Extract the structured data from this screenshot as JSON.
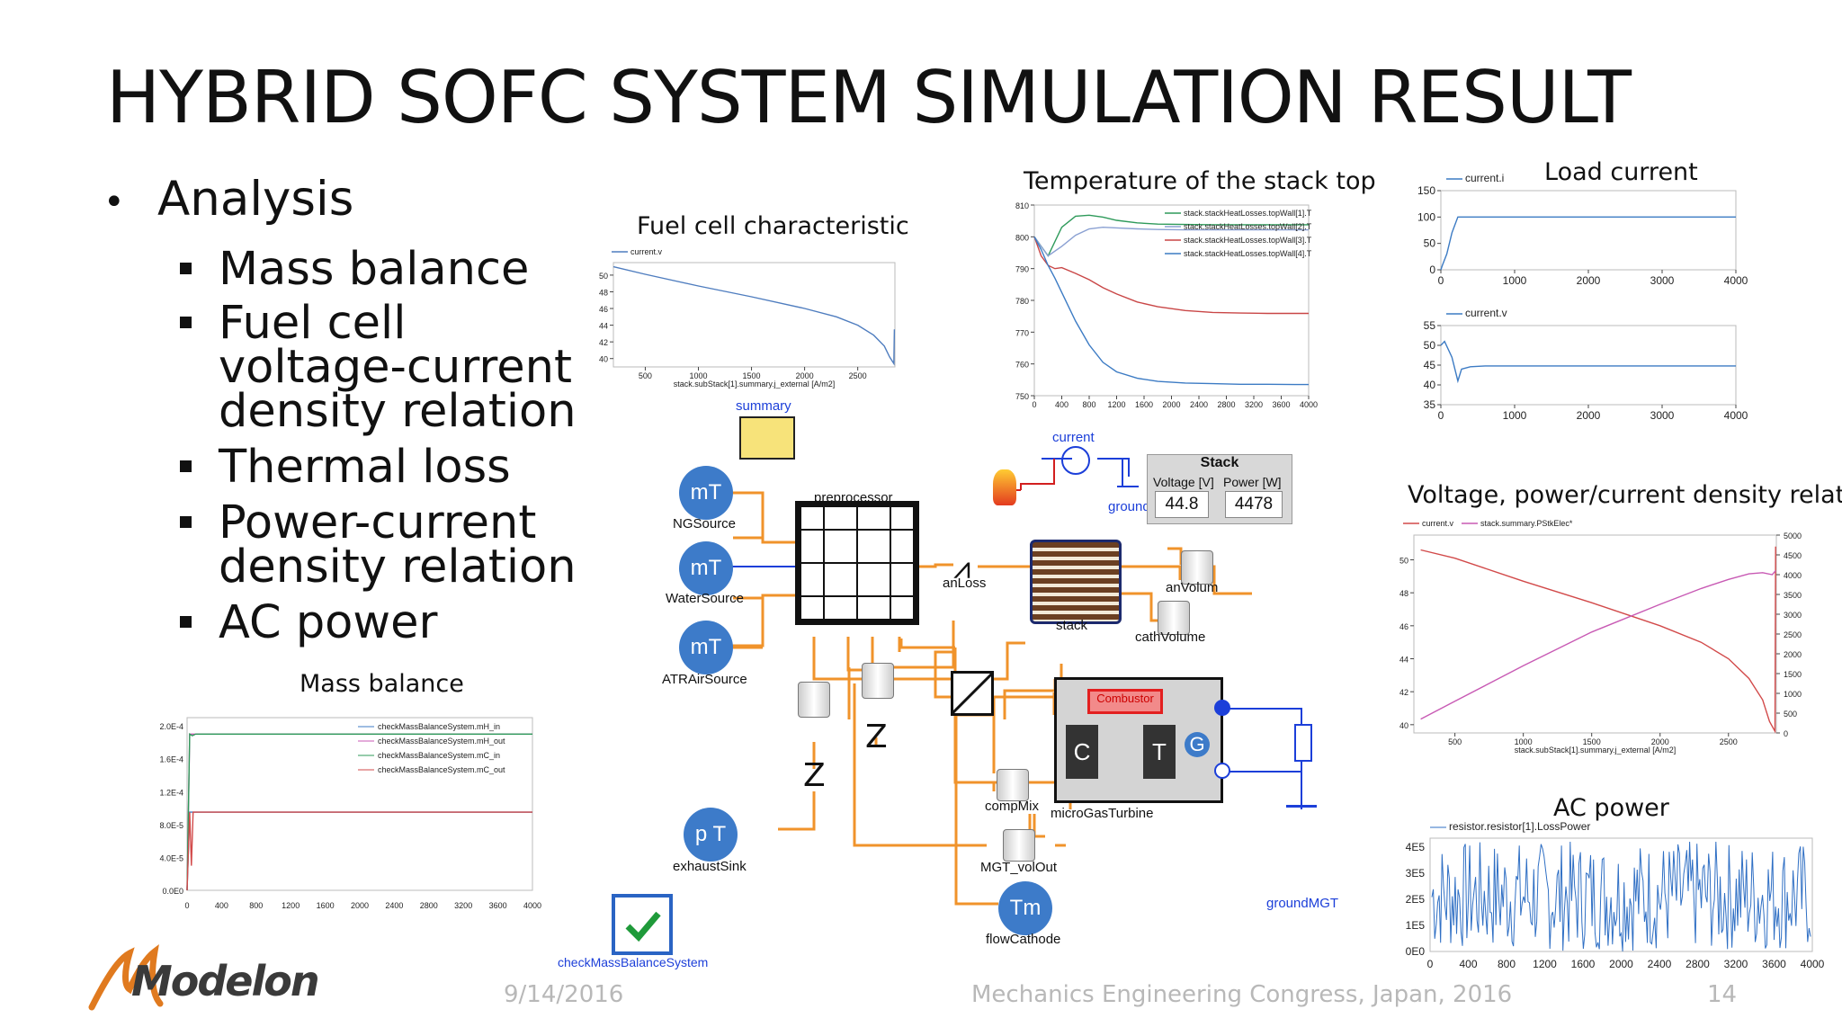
{
  "slide": {
    "title": "HYBRID SOFC SYSTEM SIMULATION RESULT",
    "bullet_main": "Analysis",
    "sub_bullets": [
      [
        "Mass balance"
      ],
      [
        "Fuel cell",
        "voltage-current",
        "density relation"
      ],
      [
        "Thermal loss"
      ],
      [
        "Power-current",
        "density relation"
      ],
      [
        "AC power"
      ]
    ],
    "footer_date": "9/14/2016",
    "footer_event": "Mechanics Engineering Congress, Japan, 2016",
    "footer_page": "14",
    "logo_text": "Modelon"
  },
  "diagram": {
    "summary": "summary",
    "ng_source": "NGSource",
    "water_source": "WaterSource",
    "atr_air_source": "ATRAirSource",
    "mt": "mT",
    "preprocessor": "preprocessor",
    "an_loss": "anLoss",
    "current": "current",
    "ground": "ground",
    "stack": "stack",
    "an_volume": "anVolum",
    "cath_volume": "cathVolume",
    "stack_panel_title": "Stack",
    "voltage_label": "Voltage [V]",
    "power_label": "Power [W]",
    "voltage_value": "44.8",
    "power_value": "4478",
    "combustor": "Combustor",
    "c": "C",
    "t": "T",
    "g": "G",
    "comp_mix": "compMix",
    "micro_gas_turbine": "microGasTurbine",
    "mgt_vol_out": "MGT_volOut",
    "exhaust_sink": "exhaustSink",
    "pt": "p T",
    "flow_cathode": "flowCathode",
    "tm": "Tm",
    "ground_mgt": "groundMGT",
    "check_mass": "checkMassBalanceSystem"
  },
  "chart_data": [
    {
      "id": "fuel_cell",
      "type": "line",
      "title": "Fuel cell characteristic",
      "xlabel": "stack.subStack[1].summary.j_external [A/m2]",
      "xticks": [
        500,
        1000,
        1500,
        2000,
        2500
      ],
      "yticks": [
        40,
        42,
        44,
        46,
        48,
        50
      ],
      "xlim": [
        200,
        2850
      ],
      "ylim": [
        39,
        51.5
      ],
      "series": [
        {
          "name": "current.v",
          "color": "#4f7dbf",
          "x": [
            200,
            500,
            1000,
            1500,
            2000,
            2300,
            2500,
            2650,
            2750,
            2800,
            2840,
            2845
          ],
          "y": [
            51.0,
            50.1,
            48.7,
            47.4,
            46.0,
            45.0,
            44.0,
            42.8,
            41.5,
            40.2,
            39.4,
            43.5
          ]
        }
      ]
    },
    {
      "id": "temperature",
      "type": "line",
      "title": "Temperature of the stack top",
      "xticks": [
        0,
        400,
        800,
        1200,
        1600,
        2000,
        2400,
        2800,
        3200,
        3600,
        4000
      ],
      "yticks": [
        750,
        760,
        770,
        780,
        790,
        800,
        810
      ],
      "xlim": [
        0,
        4000
      ],
      "ylim": [
        750,
        810
      ],
      "series": [
        {
          "name": "stack.stackHeatLosses.topWall[1].T",
          "color": "#2e9a5a",
          "x": [
            0,
            100,
            200,
            400,
            600,
            800,
            1000,
            1200,
            1500,
            1800,
            2200,
            2600,
            3000,
            3400,
            3800,
            4000
          ],
          "y": [
            800,
            797,
            794,
            803,
            806.5,
            806.8,
            806.2,
            805.2,
            804.4,
            804,
            803.9,
            803.8,
            803.8,
            803.8,
            803.8,
            803.8
          ]
        },
        {
          "name": "stack.stackHeatLosses.topWall[2].T",
          "color": "#8aa0d2",
          "x": [
            0,
            100,
            200,
            400,
            600,
            800,
            1000,
            1200,
            1500,
            1800,
            2200,
            2600,
            3000,
            3400,
            3800,
            4000
          ],
          "y": [
            800,
            797,
            794,
            797,
            800.5,
            802.5,
            803,
            802.8,
            802.5,
            802.3,
            802.2,
            802.2,
            802.2,
            802.2,
            802.2,
            802.2
          ]
        },
        {
          "name": "stack.stackHeatLosses.topWall[3].T",
          "color": "#c94646",
          "x": [
            0,
            100,
            200,
            300,
            400,
            600,
            800,
            1000,
            1200,
            1500,
            1800,
            2200,
            2600,
            3000,
            3400,
            3800,
            4000
          ],
          "y": [
            800,
            794,
            791,
            790,
            790.3,
            788.5,
            786.5,
            784,
            782,
            779.5,
            778,
            776.8,
            776.2,
            776,
            775.9,
            775.9,
            775.9
          ]
        },
        {
          "name": "stack.stackHeatLosses.topWall[4].T",
          "color": "#3c7bc4",
          "x": [
            0,
            100,
            200,
            300,
            400,
            600,
            800,
            1000,
            1200,
            1500,
            1800,
            2200,
            2600,
            3000,
            3400,
            3800,
            4000
          ],
          "y": [
            800,
            796,
            791,
            787,
            782.5,
            773.5,
            766,
            760.5,
            757.5,
            755.5,
            754.5,
            754,
            753.8,
            753.6,
            753.6,
            753.5,
            753.5
          ]
        }
      ]
    },
    {
      "id": "load_current",
      "type": "line",
      "title": "Load current",
      "xticks": [
        0,
        1000,
        2000,
        3000,
        4000
      ],
      "yticks": [
        0,
        50,
        100,
        150
      ],
      "xlim": [
        0,
        4000
      ],
      "ylim": [
        0,
        150
      ],
      "series": [
        {
          "name": "current.i",
          "color": "#3c7bc4",
          "x": [
            0,
            20,
            80,
            150,
            230,
            300,
            4000
          ],
          "y": [
            0,
            8,
            30,
            70,
            100,
            100,
            100
          ]
        }
      ]
    },
    {
      "id": "voltage_small",
      "type": "line",
      "title": "",
      "xticks": [
        0,
        1000,
        2000,
        3000,
        4000
      ],
      "yticks": [
        35,
        40,
        45,
        50,
        55
      ],
      "xlim": [
        0,
        4000
      ],
      "ylim": [
        35,
        55
      ],
      "series": [
        {
          "name": "current.v",
          "color": "#3c7bc4",
          "x": [
            0,
            50,
            150,
            230,
            280,
            400,
            600,
            1000,
            2000,
            3000,
            4000
          ],
          "y": [
            50,
            51,
            47,
            41,
            44,
            44.6,
            44.8,
            44.8,
            44.8,
            44.8,
            44.8
          ]
        }
      ]
    },
    {
      "id": "voltage_power",
      "type": "line",
      "title": "Voltage, power/current density relation",
      "xlabel": "stack.subStack[1].summary.j_external [A/m2]",
      "xticks": [
        500,
        1000,
        1500,
        2000,
        2500
      ],
      "yticks": [
        40,
        42,
        44,
        46,
        48,
        50
      ],
      "y2ticks": [
        0,
        500,
        1000,
        1500,
        2000,
        2500,
        3000,
        3500,
        4000,
        4500,
        5000
      ],
      "xlim": [
        200,
        2850
      ],
      "ylim": [
        39.5,
        51.5
      ],
      "y2lim": [
        0,
        5000
      ],
      "series": [
        {
          "name": "current.v",
          "color": "#d24a4a",
          "axis": "left",
          "x": [
            250,
            500,
            1000,
            1500,
            2000,
            2300,
            2500,
            2650,
            2750,
            2800,
            2840,
            2845
          ],
          "y": [
            50.6,
            50.1,
            48.7,
            47.4,
            46.0,
            45.0,
            44.0,
            42.8,
            41.5,
            40.2,
            39.6,
            50.8
          ]
        },
        {
          "name": "stack.summary.PStkElec*",
          "color": "#c85ab4",
          "axis": "right",
          "x": [
            250,
            500,
            1000,
            1500,
            2000,
            2300,
            2500,
            2650,
            2750,
            2820,
            2845
          ],
          "y": [
            350,
            800,
            1700,
            2550,
            3250,
            3650,
            3880,
            4020,
            4050,
            4000,
            4100
          ]
        }
      ]
    },
    {
      "id": "ac_power",
      "type": "line",
      "title": "AC power",
      "xticks": [
        0,
        400,
        800,
        1200,
        1600,
        2000,
        2400,
        2800,
        3200,
        3600,
        4000
      ],
      "yticks": [
        "0E0",
        "1E5",
        "2E5",
        "3E5",
        "4E5"
      ],
      "xlim": [
        0,
        4000
      ],
      "ylim": [
        0,
        450000
      ],
      "series": [
        {
          "name": "resistor.resistor[1].LossPower",
          "color": "#2f6fc4",
          "pattern": "oscillating",
          "min": 0,
          "max": 440000
        }
      ]
    },
    {
      "id": "mass_balance",
      "type": "line",
      "title": "Mass balance",
      "xticks": [
        0,
        400,
        800,
        1200,
        1600,
        2000,
        2400,
        2800,
        3200,
        3600,
        4000
      ],
      "yticks": [
        "0.0E0",
        "4.0E-5",
        "8.0E-5",
        "1.2E-4",
        "1.6E-4",
        "2.0E-4"
      ],
      "xlim": [
        0,
        4000
      ],
      "ylim": [
        0,
        0.00021
      ],
      "series": [
        {
          "name": "checkMassBalanceSystem.mH_in",
          "color": "#3c7bc4",
          "x": [
            0,
            30,
            60,
            80,
            150,
            4000
          ],
          "y": [
            0,
            9.5e-05,
            9.5e-05,
            9.5e-05,
            9.5e-05,
            9.5e-05
          ]
        },
        {
          "name": "checkMassBalanceSystem.mH_out",
          "color": "#c85ab4",
          "x": [
            0,
            30,
            60,
            100,
            200,
            4000
          ],
          "y": [
            0,
            0.00019,
            0.00019,
            0.00019,
            0.00019,
            0.00019
          ]
        },
        {
          "name": "checkMassBalanceSystem.mC_in",
          "color": "#2e9a5a",
          "x": [
            0,
            30,
            60,
            100,
            200,
            4000
          ],
          "y": [
            0,
            0.00019,
            0.000188,
            0.00019,
            0.00019,
            0.00019
          ]
        },
        {
          "name": "checkMassBalanceSystem.mC_out",
          "color": "#d24a4a",
          "x": [
            0,
            30,
            50,
            70,
            200,
            4000
          ],
          "y": [
            0,
            9.5e-05,
            3e-05,
            9.5e-05,
            9.5e-05,
            9.5e-05
          ]
        }
      ]
    }
  ]
}
